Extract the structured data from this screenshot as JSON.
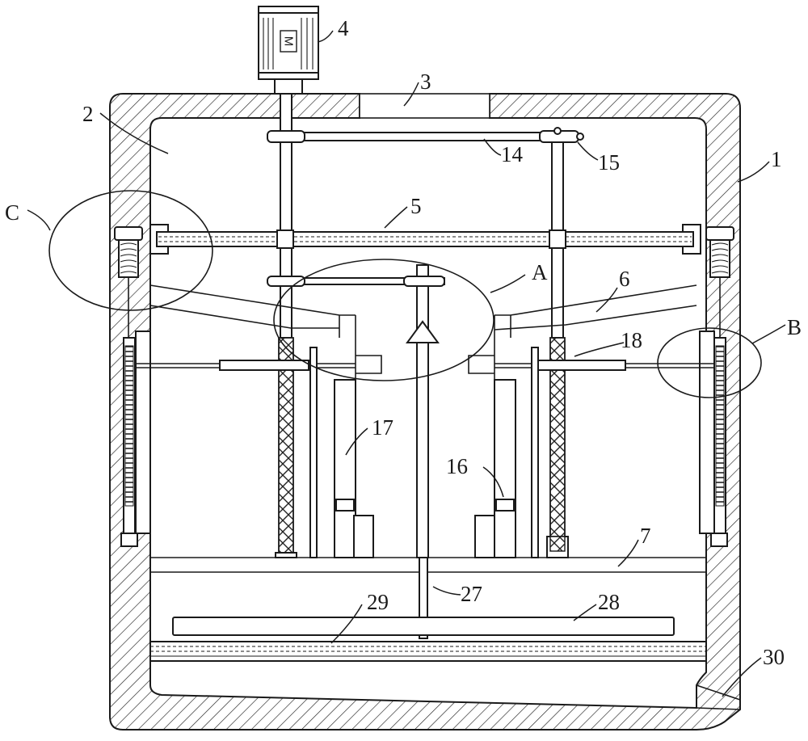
{
  "figure": {
    "motor_mark": "M",
    "labels": {
      "n1": "1",
      "n2": "2",
      "n3": "3",
      "n4": "4",
      "n5": "5",
      "n6": "6",
      "n7": "7",
      "n14": "14",
      "n15": "15",
      "n16": "16",
      "n17": "17",
      "n18": "18",
      "n27": "27",
      "n28": "28",
      "n29": "29",
      "n30": "30",
      "A": "A",
      "B": "B",
      "C": "C"
    }
  }
}
